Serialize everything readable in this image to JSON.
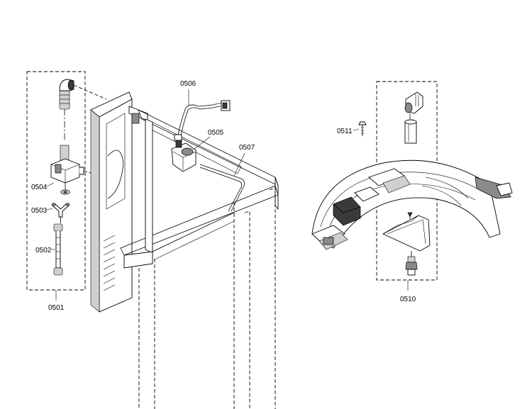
{
  "labels": {
    "p0501": "0501",
    "p0502": "0502",
    "p0503": "0503",
    "p0504": "0504",
    "p0505": "0505",
    "p0506": "0506",
    "p0507": "0507",
    "p0510": "0510",
    "p0511": "0511"
  }
}
